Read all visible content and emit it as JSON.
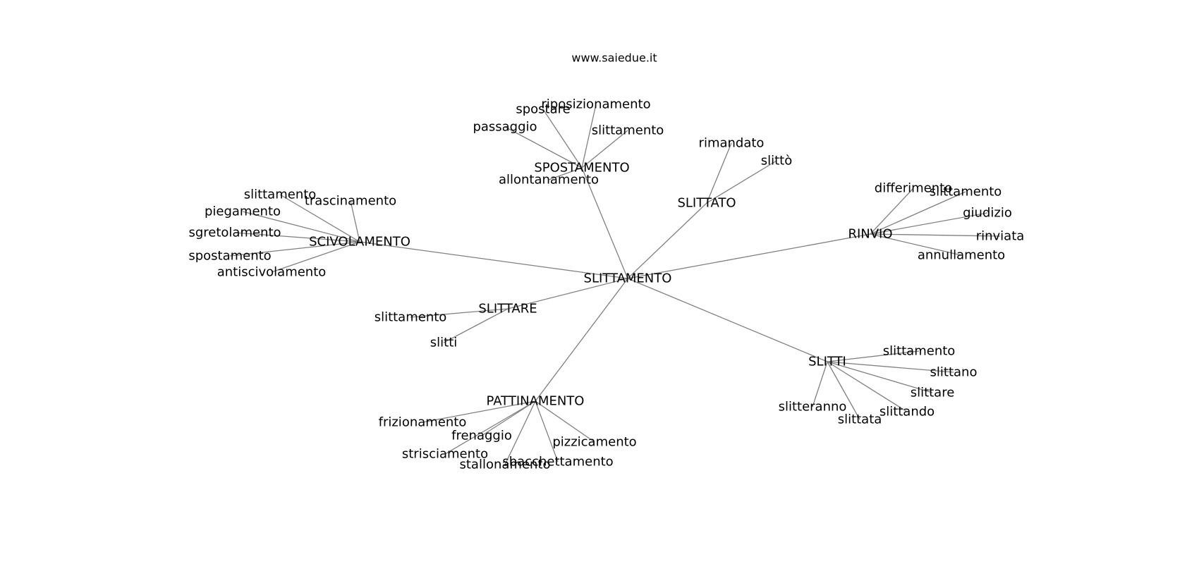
{
  "watermark": "www.saiedue.it",
  "root": "SLITTAMENTO",
  "branches": [
    {
      "label": "SPOSTAMENTO",
      "children": [
        "riposizionamento",
        "spostare",
        "passaggio",
        "slittamento",
        "allontanamento"
      ]
    },
    {
      "label": "SLITTATO",
      "children": [
        "rimandato",
        "slittò"
      ]
    },
    {
      "label": "RINVIO",
      "children": [
        "differimento",
        "slittamento",
        "giudizio",
        "rinviata",
        "annullamento"
      ]
    },
    {
      "label": "SCIVOLAMENTO",
      "children": [
        "slittamento",
        "trascinamento",
        "piegamento",
        "sgretolamento",
        "spostamento",
        "antiscivolamento"
      ]
    },
    {
      "label": "SLITTARE",
      "children": [
        "slittamento",
        "slitti"
      ]
    },
    {
      "label": "SLITTI",
      "children": [
        "slittamento",
        "slittano",
        "slittare",
        "slittando",
        "slittata",
        "slitteranno"
      ]
    },
    {
      "label": "PATTINAMENTO",
      "children": [
        "frizionamento",
        "frenaggio",
        "strisciamento",
        "stallonamento",
        "sbacchettamento",
        "pizzicamento"
      ]
    }
  ]
}
